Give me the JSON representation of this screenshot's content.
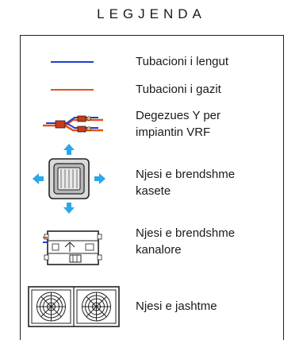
{
  "title": "LEGJENDA",
  "items": [
    {
      "icon": "liquid-pipe-icon",
      "label": "Tubacioni i lengut",
      "color": "#1f3fd0"
    },
    {
      "icon": "gas-pipe-icon",
      "label": "Tubacioni i gazit",
      "color": "#e0541f"
    },
    {
      "icon": "y-branch-icon",
      "label": "Degezues Y per impiantin VRF"
    },
    {
      "icon": "cassette-unit-icon",
      "label": "Njesi e brendshme kasete",
      "color": "#2aa8e8"
    },
    {
      "icon": "ducted-unit-icon",
      "label": "Njesi e brendshme kanalore"
    },
    {
      "icon": "outdoor-unit-icon",
      "label": "Njesi e jashtme"
    }
  ]
}
